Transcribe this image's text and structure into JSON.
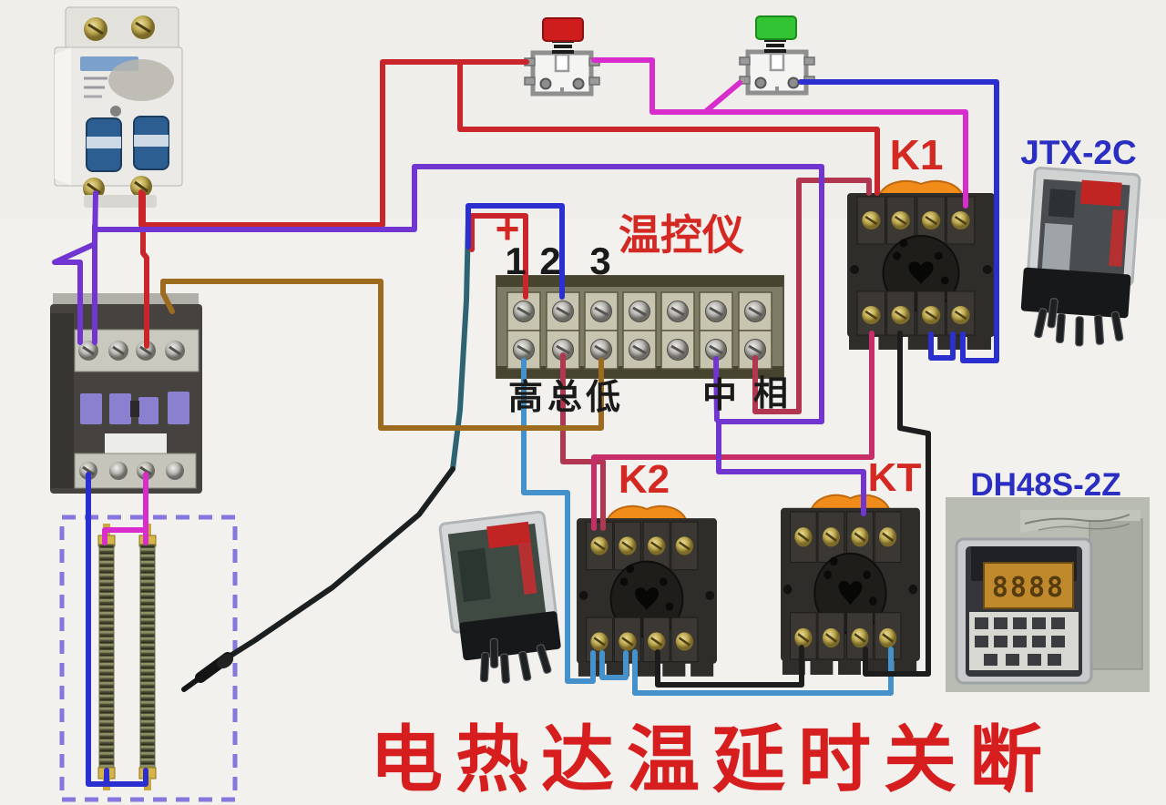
{
  "page": {
    "background": "#f2f1ee"
  },
  "banner": {
    "text": "电热达温延时关断",
    "color": "#d61e1e"
  },
  "labels": {
    "controller": "温控仪",
    "plus": "+",
    "num1": "1",
    "num2": "2",
    "num3": "3",
    "high": "高",
    "total": "总",
    "low": "低",
    "middle": "中",
    "phase": "相",
    "k1": "K1",
    "k2": "K2",
    "kt": "KT",
    "relay_model": "JTX-2C",
    "timer_model": "DH48S-2Z",
    "label_red": "#d42822",
    "label_blue": "#2a2ec2",
    "label_black": "#1a1a1a"
  },
  "timer": {
    "display": "8888"
  },
  "wire_colors": {
    "red": "#c9252b",
    "crimson": "#b23650",
    "pink": "#c72d66",
    "magenta": "#d92ccc",
    "purple": "#7136d2",
    "dark_blue": "#2c2fd0",
    "light_blue": "#4591cb",
    "brown": "#9d6b1e",
    "black": "#1d1d1d",
    "teal": "#2e6371",
    "dashed_box": "#8577dd"
  },
  "accents": {
    "socket_clip_orange": "#f18c1a",
    "stop_button_red": "#cf1d1d",
    "start_button_green": "#31c331",
    "breaker_toggle_blue": "#2d5e91",
    "contactor_button_purple": "#8b7fd0",
    "timer_display_amber": "#c08a2c"
  }
}
